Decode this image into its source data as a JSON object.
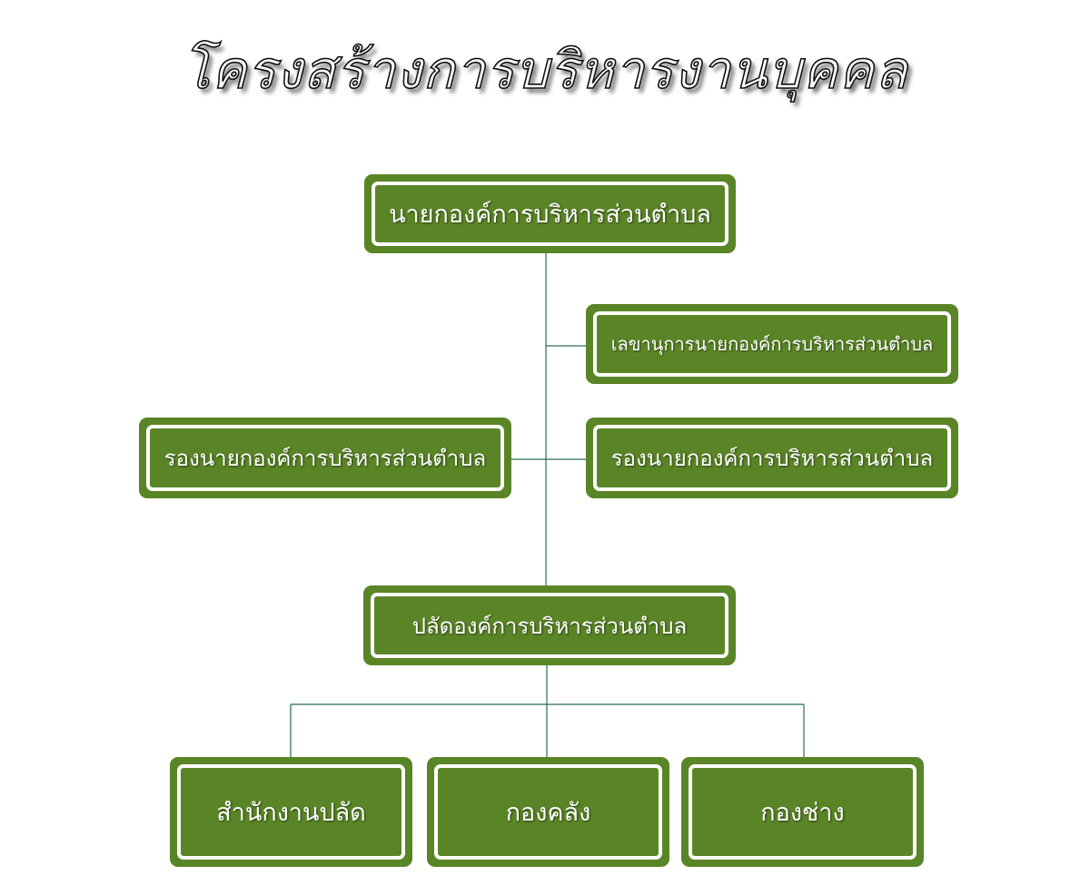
{
  "title": "โครงสร้างการบริหารงานบุคคล",
  "colors": {
    "box_fill": "#5a8526",
    "box_border": "#ffffff",
    "connector": "#2e6b4a"
  },
  "nodes": {
    "mayor": "นายกองค์การบริหารส่วนตำบล",
    "secretary": "เลขานุการนายกองค์การบริหารส่วนตำบล",
    "deputy_left": "รองนายกองค์การบริหารส่วนตำบล",
    "deputy_right": "รองนายกองค์การบริหารส่วนตำบล",
    "chief_admin": "ปลัดองค์การบริหารส่วนตำบล",
    "office": "สำนักงานปลัด",
    "finance": "กองคลัง",
    "engineering": "กองช่าง"
  }
}
